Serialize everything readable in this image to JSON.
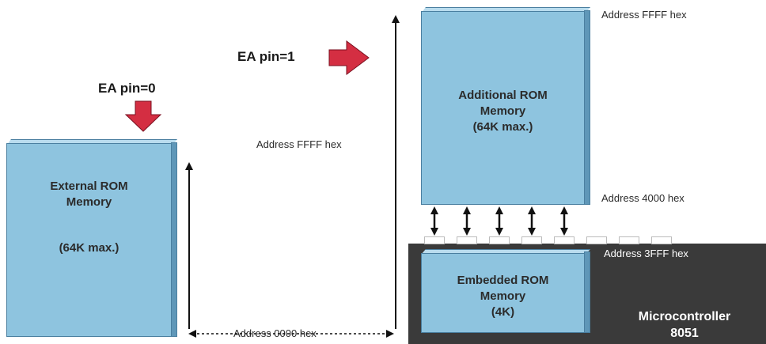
{
  "external_block": {
    "line1": "External ROM",
    "line2": "Memory",
    "line3": "(64K max.)"
  },
  "additional_block": {
    "line1": "Additional ROM",
    "line2": "Memory",
    "line3": "(64K max.)"
  },
  "embedded_block": {
    "line1": "Embedded ROM",
    "line2": "Memory",
    "line3": "(4K)"
  },
  "microcontroller": {
    "line1": "Microcontroller",
    "line2": "8051"
  },
  "ea_pin0": "EA pin=0",
  "ea_pin1": "EA pin=1",
  "addresses": {
    "top_right": "Address FFFF hex",
    "middle_left": "Address FFFF hex",
    "addr_4000": "Address 4000 hex",
    "addr_3fff": "Address 3FFF hex",
    "bottom": "Address 0000 hex"
  },
  "colors": {
    "memory_block": "#8ec4df",
    "ea_arrow": "#d42e42",
    "microcontroller_panel": "#3a3a3a"
  }
}
